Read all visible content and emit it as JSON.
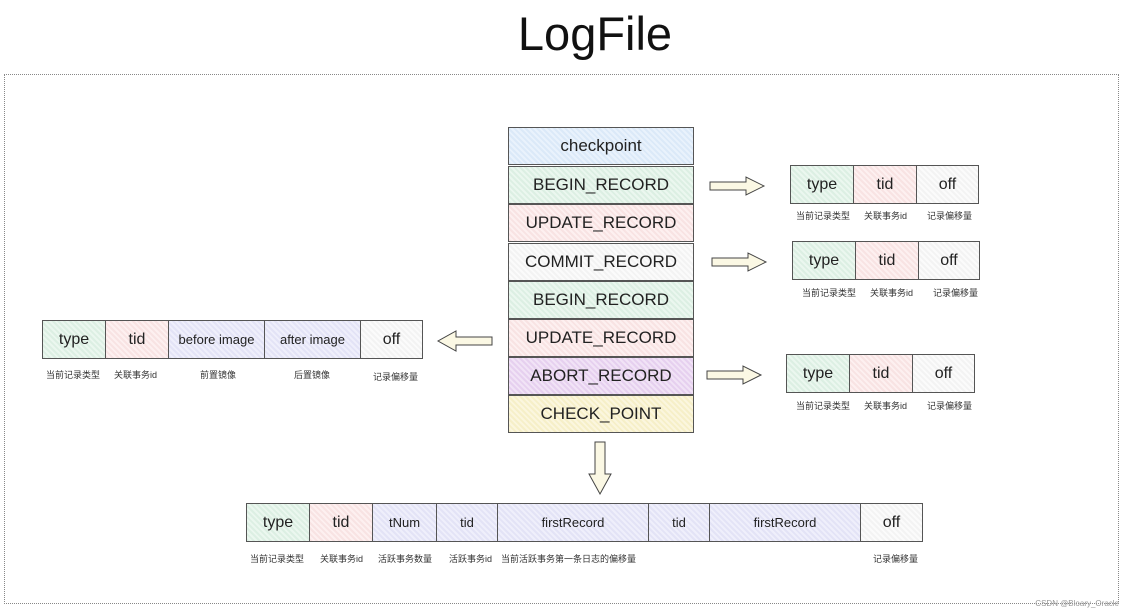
{
  "title": "LogFile",
  "stack": [
    "checkpoint",
    "BEGIN_RECORD",
    "UPDATE_RECORD",
    "COMMIT_RECORD",
    "BEGIN_RECORD",
    "UPDATE_RECORD",
    "ABORT_RECORD",
    "CHECK_POINT"
  ],
  "record_small": {
    "cells": [
      "type",
      "tid",
      "off"
    ],
    "labels": [
      "当前记录类型",
      "关联事务id",
      "记录偏移量"
    ]
  },
  "update_record": {
    "cells": [
      "type",
      "tid",
      "before image",
      "after image",
      "off"
    ],
    "labels": [
      "当前记录类型",
      "关联事务id",
      "前置镜像",
      "后置镜像",
      "记录偏移量"
    ]
  },
  "checkpoint_record": {
    "cells": [
      "type",
      "tid",
      "tNum",
      "tid",
      "firstRecord",
      "tid",
      "firstRecord",
      "off"
    ],
    "labels": [
      "当前记录类型",
      "关联事务id",
      "活跃事务数量",
      "活跃事务id",
      "当前活跃事务第一条日志的偏移量",
      "记录偏移量"
    ]
  },
  "watermark": "CSDN @Bloary_Oracle"
}
